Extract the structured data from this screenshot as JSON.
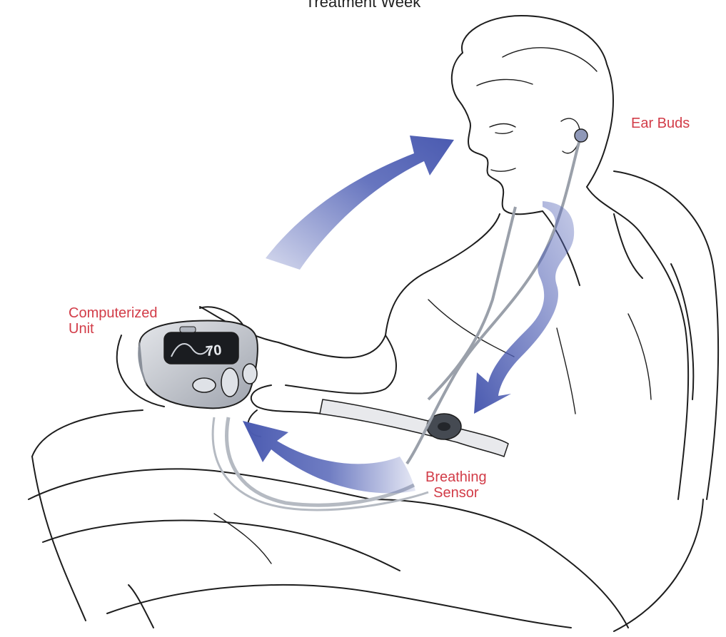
{
  "title": "Treatment Week",
  "labels": {
    "ear_buds": "Ear Buds",
    "unit_line1": "Computerized",
    "unit_line2": "Unit",
    "sensor_line1": "Breathing",
    "sensor_line2": "Sensor"
  },
  "device": {
    "display_value": "70"
  },
  "colors": {
    "label": "#d23c48",
    "arrow": "#5666b8",
    "device_body": "#c7cbd2"
  }
}
